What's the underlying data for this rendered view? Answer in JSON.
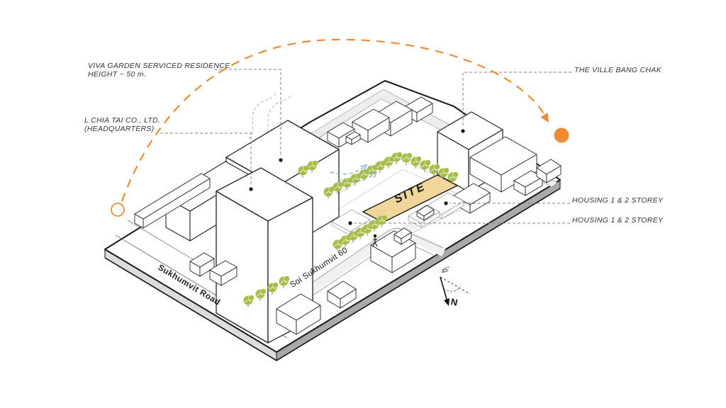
{
  "title": "Site analysis axonometric diagram",
  "labels": {
    "building_viva_line1": "VIVA GARDEN SERVICED RESIDENCE",
    "building_viva_line2": "HEIGHT ~ 50 m.",
    "building_chia_line1": "L CHIA TAI CO., LTD.",
    "building_chia_line2": "(HEADQUARTERS)",
    "building_ville": "THE VILLE BANG CHAK",
    "housing_upper": "HOUSING 1 & 2 STOREY",
    "housing_lower": "HOUSING 1 & 2 STOREY",
    "site": "SITE",
    "road_main": "Sukhumvit Road",
    "road_soi": "Soi Sukhumvit 60",
    "north_letter": "N",
    "north_angle": "45°"
  },
  "colors": {
    "accent_orange": "#EE8A31",
    "site_fill": "#F0D69B",
    "tree_green": "#A8BE4A",
    "flow_blue": "#92AEC4",
    "plate_side_light": "#DCDCDC",
    "plate_side_dark": "#A9A9A9",
    "ink": "#1A1A1A"
  }
}
